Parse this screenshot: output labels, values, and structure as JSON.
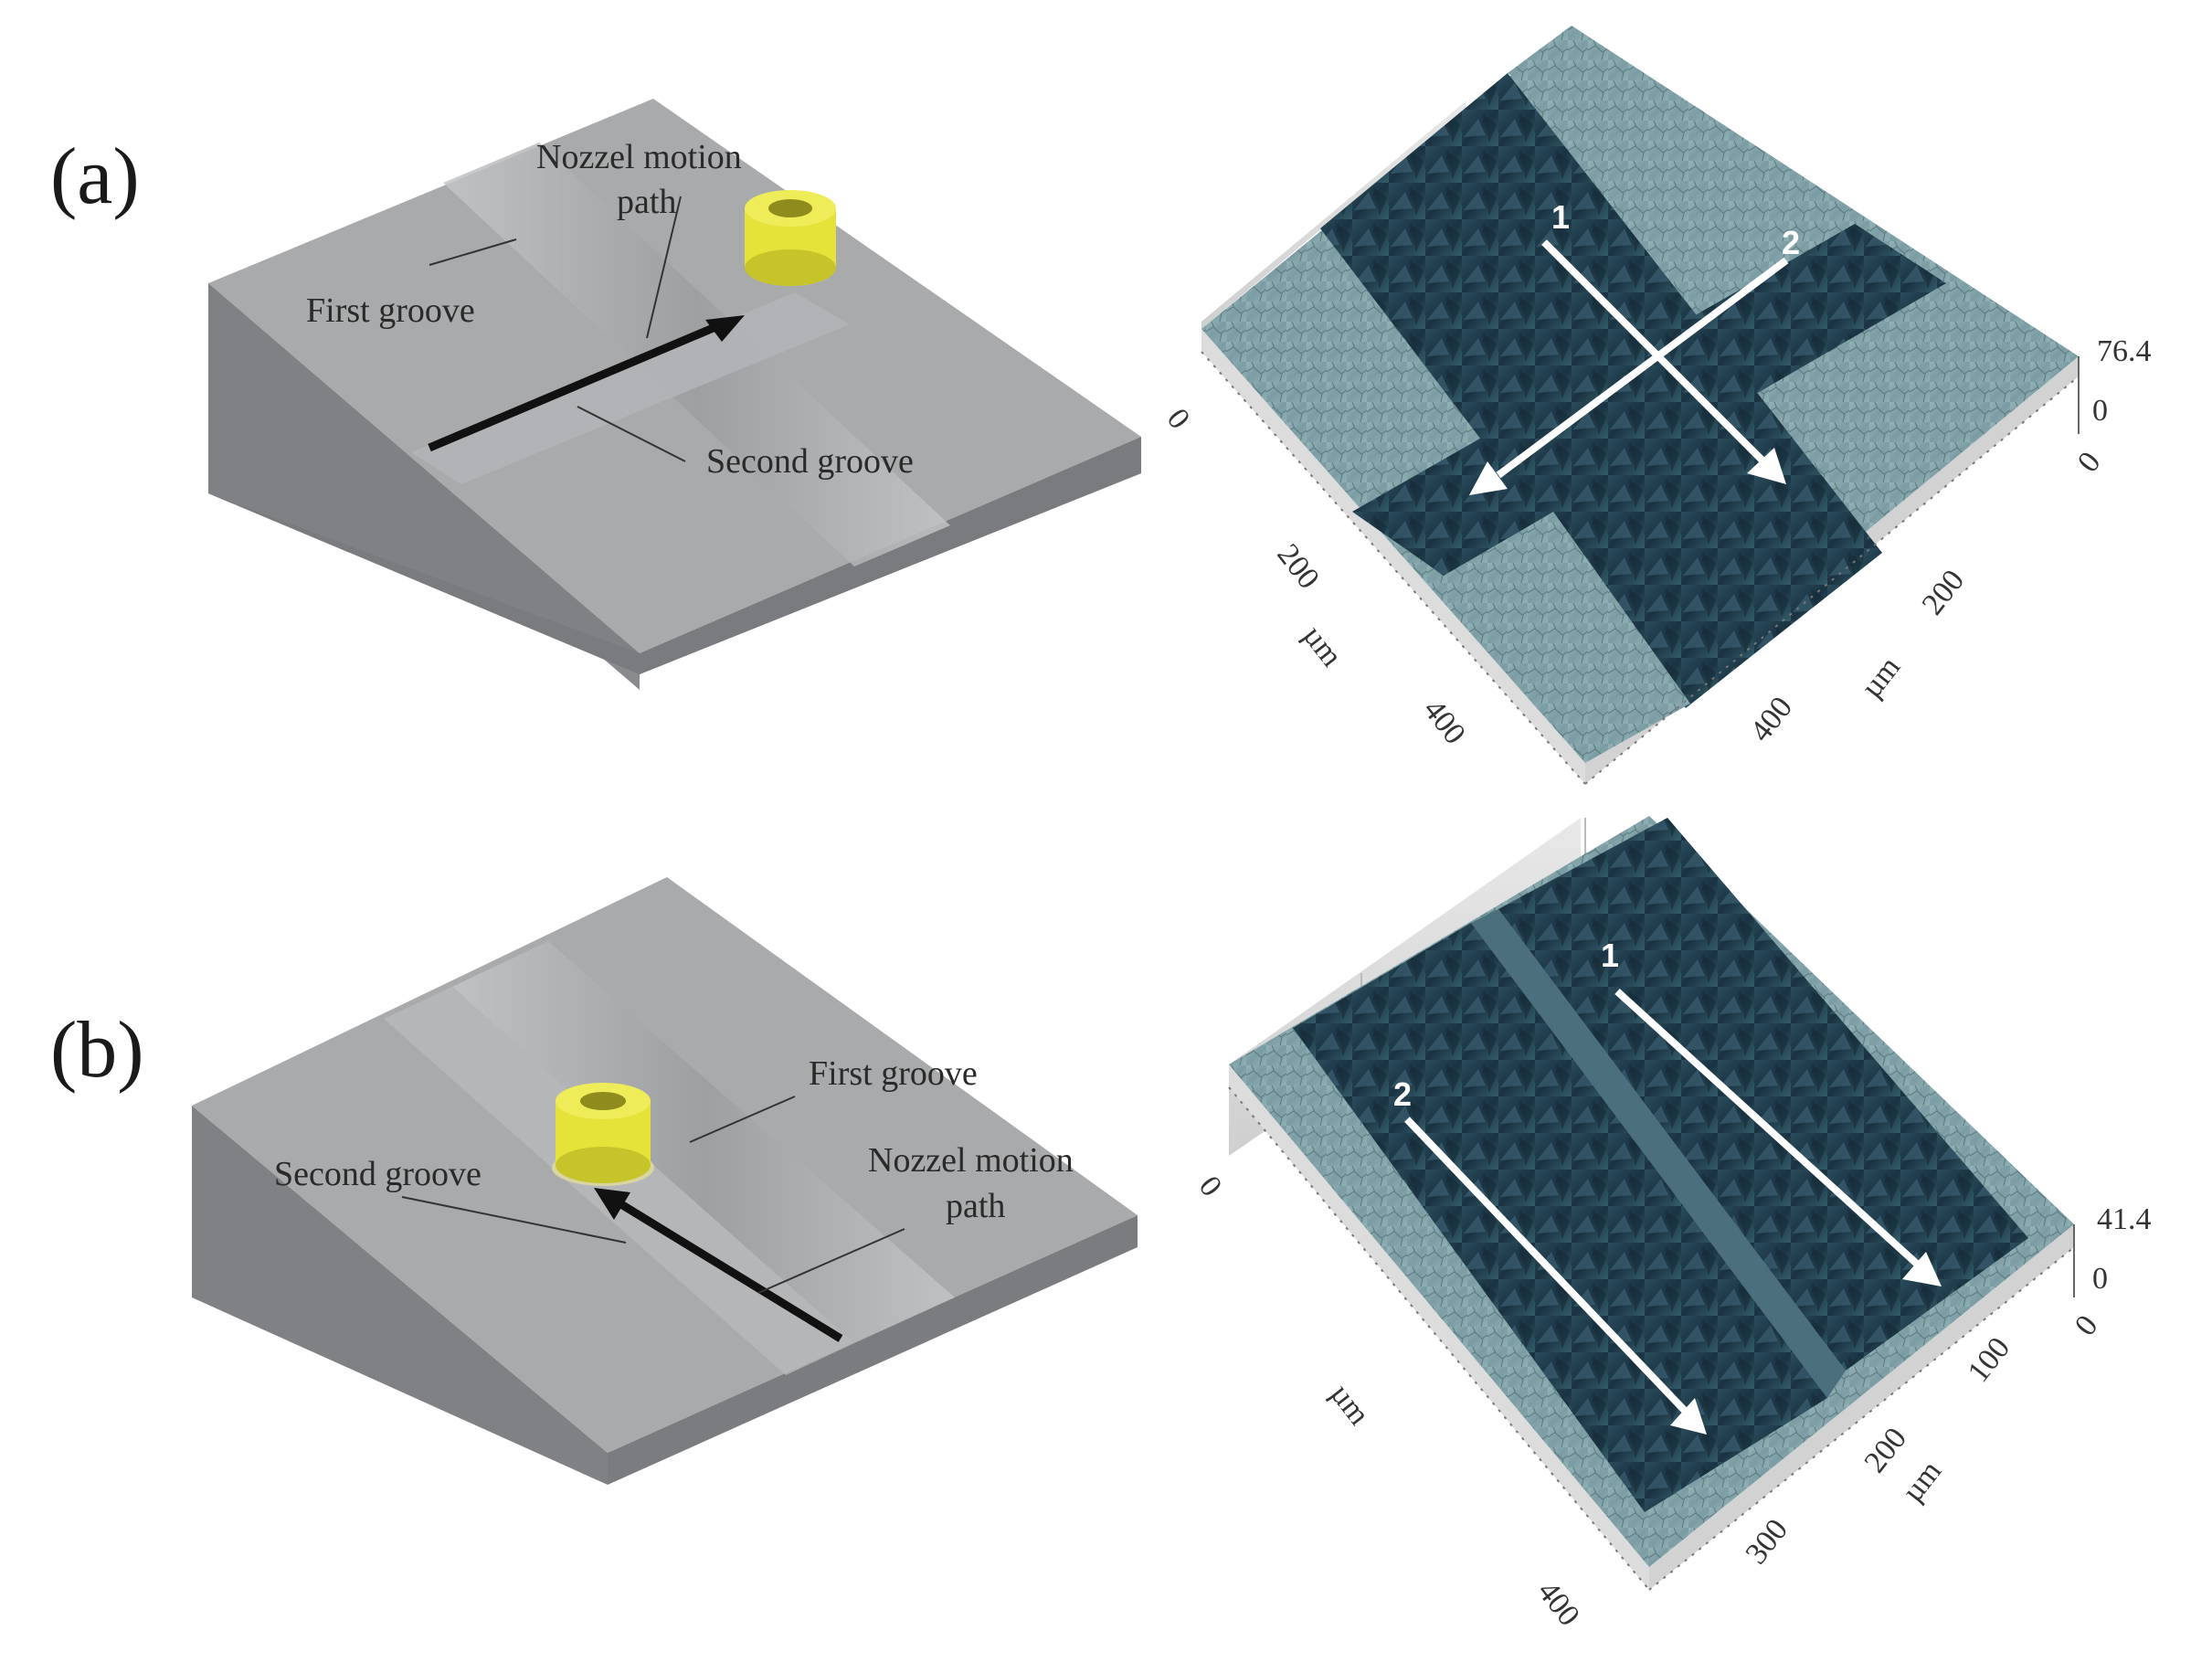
{
  "panel_a": {
    "label": "(a)",
    "callouts": {
      "nozzle_line1": "Nozzel motion",
      "nozzle_line2": "path",
      "first_groove": "First groove",
      "second_groove": "Second groove"
    },
    "profile": {
      "z_max": "76.4",
      "z_zero_top": "0",
      "z_zero_right": "0",
      "x_ticks": [
        "0",
        "200",
        "400"
      ],
      "x_unit": "µm",
      "y_ticks": [
        "200",
        "400"
      ],
      "y_unit": "µm",
      "path_labels": [
        "1",
        "2"
      ]
    }
  },
  "panel_b": {
    "label": "(b)",
    "callouts": {
      "first_groove": "First groove",
      "second_groove": "Second groove",
      "nozzle_line1": "Nozzel motion",
      "nozzle_line2": "path"
    },
    "profile": {
      "z_max": "41.4",
      "z_zero_top": "0",
      "z_zero_right": "0",
      "x_ticks": [
        "0",
        "400"
      ],
      "x_unit": "µm",
      "y_ticks": [
        "100",
        "200",
        "300"
      ],
      "y_unit": "µm",
      "path_labels": [
        "1",
        "2"
      ]
    }
  },
  "colors": {
    "block_top": "#a9aaac",
    "block_side": "#8a8b8e",
    "block_front": "#7b7c80",
    "nozzle": "#e5e23a",
    "surface": "#7e9ea5",
    "groove": "#1f3c4c"
  }
}
